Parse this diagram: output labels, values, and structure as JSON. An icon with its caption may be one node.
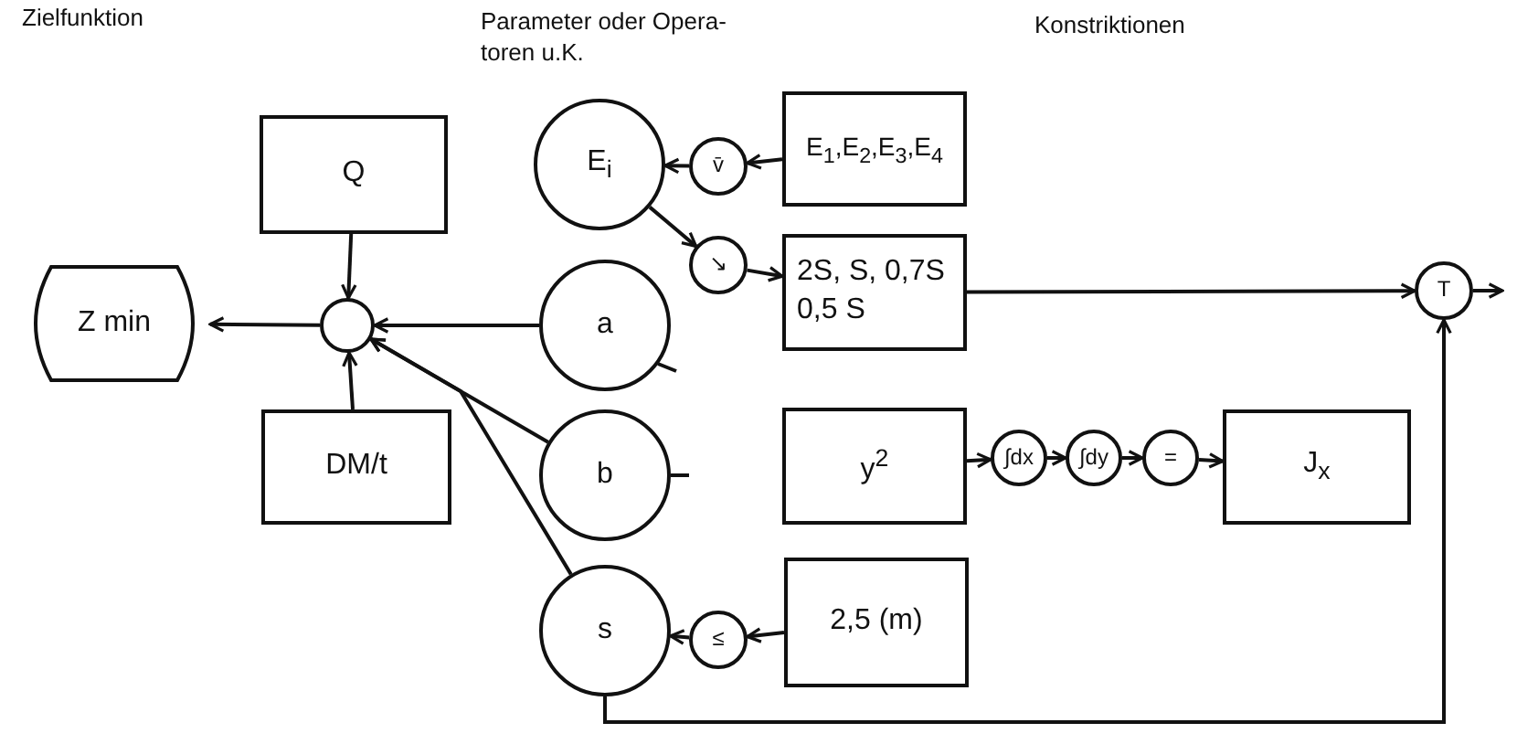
{
  "diagram": {
    "nodes": [
      {
        "text": [
          "Q"
        ]
      },
      {
        "text": [
          "E$_{i}$"
        ]
      },
      {
        "text": [
          "v̄"
        ]
      },
      {
        "text": [
          "E$_{1}$,E$_{2}$,E$_{3}$,E$_{4}$"
        ]
      },
      {
        "text": [
          "Z min"
        ]
      },
      {
        "text": [],
        "shape": "circle"
      },
      {
        "text": [
          "a"
        ]
      },
      {
        "text": [
          "↘"
        ]
      },
      {
        "text": [
          "2S, S, 0,7S 0,5 S"
        ]
      },
      {
        "text": [
          "T"
        ]
      },
      {
        "text": [
          "DM/t"
        ]
      },
      {
        "text": [
          "b"
        ]
      },
      {
        "text": [
          "y$^{2}$"
        ]
      },
      {
        "text": [
          "∫dx"
        ]
      },
      {
        "text": [
          "∫dy"
        ]
      },
      {
        "text": [
          "="
        ]
      },
      {
        "text": [
          "J$_{x}$"
        ]
      },
      {
        "text": [
          "s"
        ]
      },
      {
        "text": [
          "≤"
        ]
      },
      {
        "text": [
          "2,5 (m)"
        ]
      }
    ],
    "edges": [
      {
        "from": 0,
        "to": 5,
        "arrow": "to"
      },
      {
        "from": 10,
        "to": 5,
        "arrow": "to"
      },
      {
        "from": 6,
        "to": 5,
        "arrow": "to"
      },
      {
        "from": 11,
        "to": 5,
        "arrow": "to"
      },
      {
        "from": 17,
        "to": 5,
        "arrow": "to"
      },
      {
        "from": 5,
        "to": 4,
        "arrow": "to"
      },
      {
        "from": 3,
        "to": 2,
        "arrow": "to"
      },
      {
        "from": 2,
        "to": 1,
        "arrow": "to"
      },
      {
        "from": 1,
        "to": 7,
        "arrow": "to"
      },
      {
        "from": 7,
        "to": 8,
        "arrow": "to"
      },
      {
        "from": 8,
        "to": 9,
        "arrow": "to"
      },
      {
        "from": 9,
        "to": null,
        "arrow": "to"
      },
      {
        "from": 12,
        "to": 13,
        "arrow": "to"
      },
      {
        "from": 13,
        "to": 14,
        "arrow": "to"
      },
      {
        "from": 14,
        "to": 15,
        "arrow": "to"
      },
      {
        "from": 15,
        "to": 16,
        "arrow": "to"
      },
      {
        "from": 19,
        "to": 18,
        "arrow": "to"
      },
      {
        "from": 18,
        "to": 17,
        "arrow": "to"
      },
      {
        "from": 17,
        "to": 9,
        "arrow": "to"
      }
    ],
    "labels": [
      "Zielfunktion",
      "Parameter oder Opera-toren u.K.",
      "Konstriktionen"
    ]
  }
}
